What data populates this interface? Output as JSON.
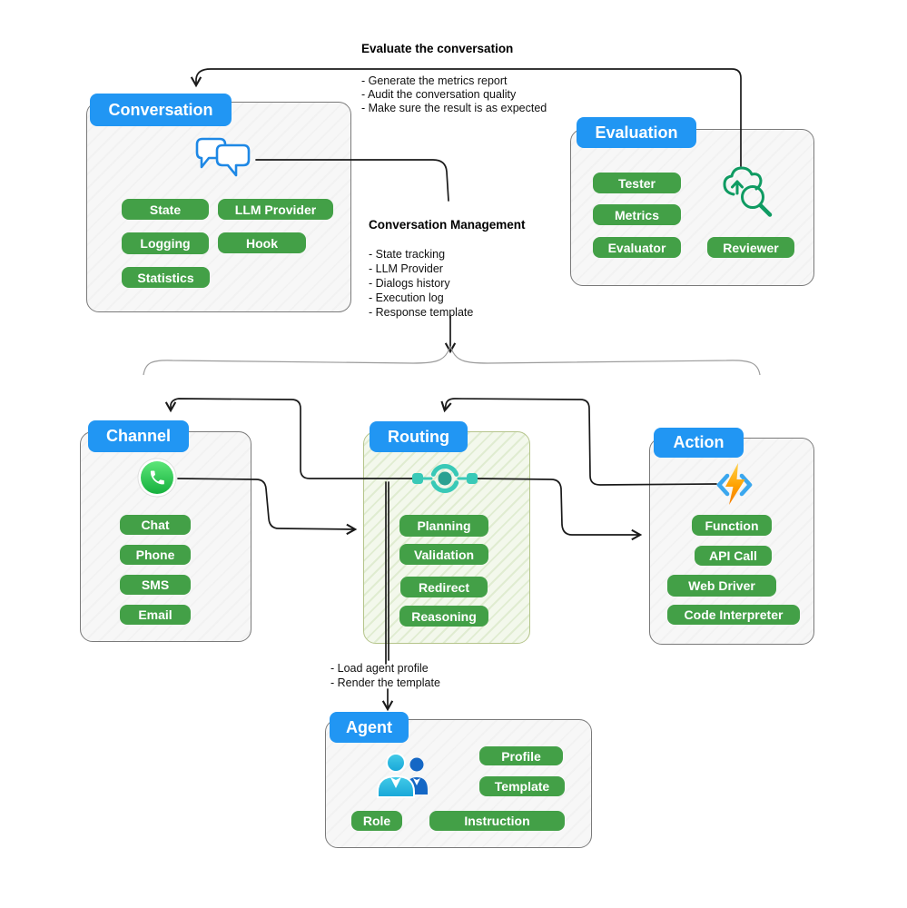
{
  "colors": {
    "header_blue": "#2196F3",
    "pill_green": "#43A047",
    "routing_fill": "#F3F8EC",
    "routing_border": "#B5C48B",
    "box_border": "#7A7A7A",
    "connector_black": "#1A1A1A",
    "brace_gray": "#9B9B9B",
    "whatsapp_green": "#25C05B",
    "hub_teal": "#39C9B7",
    "bolt_orange": "#FF9800",
    "people_cyan": "#2BB5E0",
    "people_blue": "#1467C5",
    "chat_blue": "#1E88E5",
    "cloud_green": "#0F9B62"
  },
  "nodes": {
    "conversation": {
      "title": "Conversation",
      "icon": "chat-bubbles-icon",
      "pills": [
        "State",
        "LLM Provider",
        "Logging",
        "Hook",
        "Statistics"
      ]
    },
    "evaluation": {
      "title": "Evaluation",
      "icon": "cloud-search-icon",
      "pills": [
        "Tester",
        "Metrics",
        "Evaluator",
        "Reviewer"
      ]
    },
    "channel": {
      "title": "Channel",
      "icon": "whatsapp-icon",
      "pills": [
        "Chat",
        "Phone",
        "SMS",
        "Email"
      ]
    },
    "routing": {
      "title": "Routing",
      "icon": "router-hub-icon",
      "pills": [
        "Planning",
        "Validation",
        "Redirect",
        "Reasoning"
      ]
    },
    "action": {
      "title": "Action",
      "icon": "lightning-code-icon",
      "pills": [
        "Function",
        "API Call",
        "Web Driver",
        "Code Interpreter"
      ]
    },
    "agent": {
      "title": "Agent",
      "icon": "people-icon",
      "pills": [
        "Profile",
        "Template",
        "Role",
        "Instruction"
      ]
    }
  },
  "notes": {
    "evaluate_title": "Evaluate the conversation",
    "evaluate_items": [
      "- Generate the metrics report",
      "- Audit the conversation quality",
      "- Make sure the result is as expected"
    ],
    "management_title": "Conversation Management",
    "management_items": [
      "- State tracking",
      "- LLM Provider",
      "- Dialogs history",
      "- Execution log",
      "- Response template"
    ],
    "agent_items": [
      "- Load agent profile",
      "- Render the template"
    ]
  }
}
